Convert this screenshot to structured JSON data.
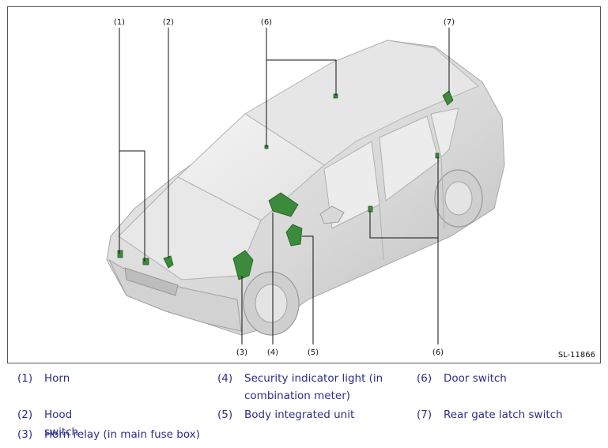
{
  "figure": {
    "id_label": "SL-11866",
    "callouts": {
      "horn": "(1)",
      "hood_switch": "(2)",
      "door_switch_roof": "(6)",
      "rear_gate_latch": "(7)",
      "horn_relay": "(3)",
      "security_indicator": "(4)",
      "body_integrated_unit": "(5)",
      "door_switch_side": "(6)"
    }
  },
  "legend": {
    "item1": {
      "num": "(1)",
      "text": "Horn"
    },
    "item2": {
      "num": "(2)",
      "text": "Hood switch"
    },
    "item3": {
      "num": "(3)",
      "text": "Horn relay (in main fuse box)"
    },
    "item4": {
      "num": "(4)",
      "text": "Security indicator light (in",
      "text2": "combination meter)"
    },
    "item5": {
      "num": "(5)",
      "text": "Body integrated unit"
    },
    "item6": {
      "num": "(6)",
      "text": "Door switch"
    },
    "item7": {
      "num": "(7)",
      "text": "Rear gate latch switch"
    }
  },
  "colors": {
    "component_green": "#3c8a3c",
    "car_body": "#dcdcdc",
    "legend_text": "#2b2f8a"
  }
}
